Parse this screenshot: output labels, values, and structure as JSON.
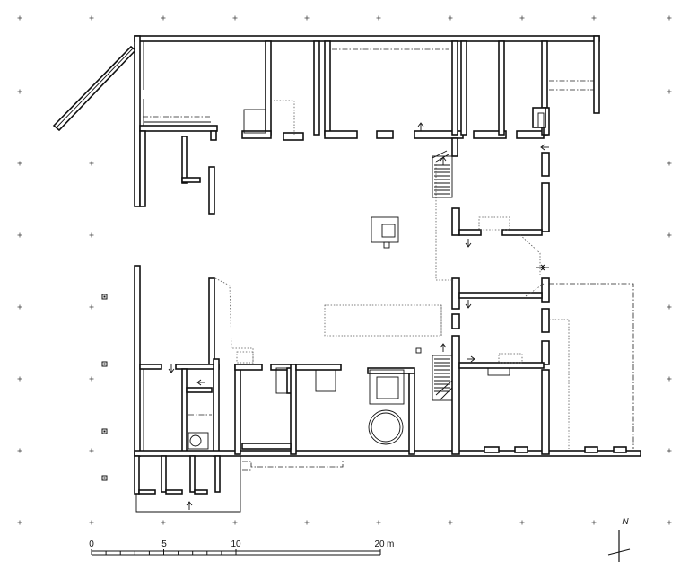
{
  "scale_bar": {
    "ticks": [
      "0",
      "5",
      "10",
      "20"
    ],
    "unit": "m"
  },
  "north_label": "N"
}
